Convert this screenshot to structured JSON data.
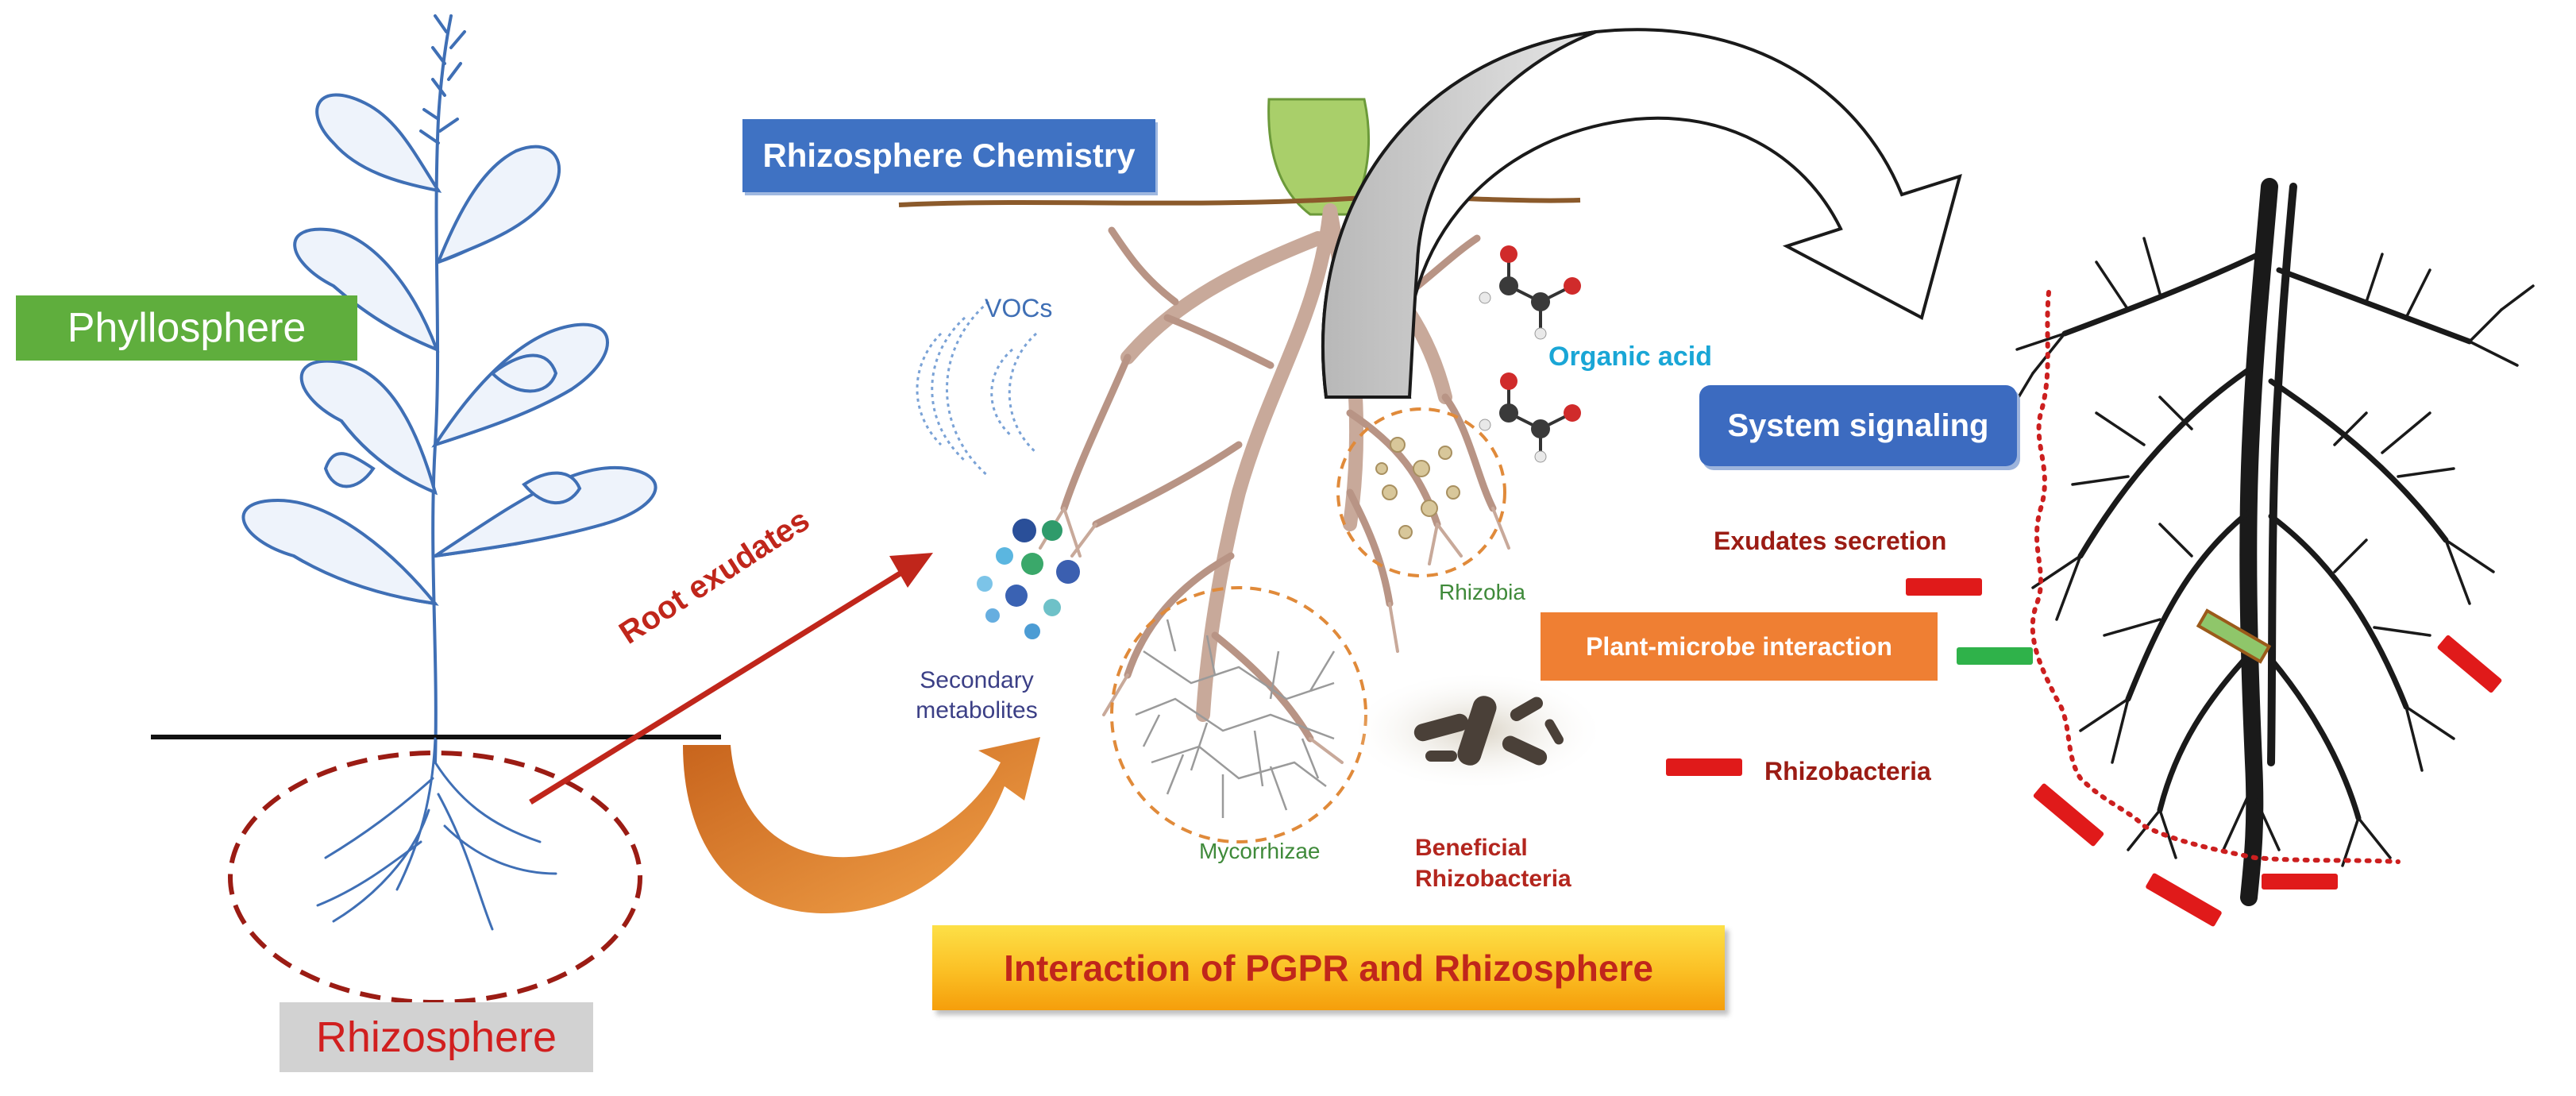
{
  "labels": {
    "phyllosphere": "Phyllosphere",
    "rhizosphere": "Rhizosphere",
    "root_exudates": "Root exudates",
    "rhizosphere_chemistry": "Rhizosphere Chemistry",
    "vocs": "VOCs",
    "organic_acid": "Organic acid",
    "secondary_metabolites_line1": "Secondary",
    "secondary_metabolites_line2": "metabolites",
    "rhizobia": "Rhizobia",
    "mycorrhizae": "Mycorrhizae",
    "beneficial_line1": "Beneficial",
    "beneficial_line2": "Rhizobacteria",
    "system_signaling": "System signaling",
    "exudates_secretion": "Exudates secretion",
    "plant_microbe_interaction": "Plant-microbe interaction",
    "rhizobacteria": "Rhizobacteria",
    "pgpr_title": "Interaction of PGPR and Rhizosphere"
  },
  "colors": {
    "plant_sketch": "#3f6fb5",
    "root_brown": "#c8a99a",
    "arrow_red": "#c0261b",
    "curved_arrow_orange": "#e07a2e",
    "dashed_circle_orange": "#e08a3a",
    "dashed_ellipse_red": "#9b1c14",
    "legend_red": "#e01a1a",
    "legend_green": "#2fb24a"
  },
  "icons": [
    "plant-sketch-icon",
    "root-system-icon",
    "big-curved-arrow-icon",
    "orange-curved-arrow-icon",
    "metabolite-dots-icon",
    "voc-waves-icon",
    "organic-acid-molecule-icon",
    "bacteria-cluster-icon",
    "tree-root-sketch-icon"
  ]
}
